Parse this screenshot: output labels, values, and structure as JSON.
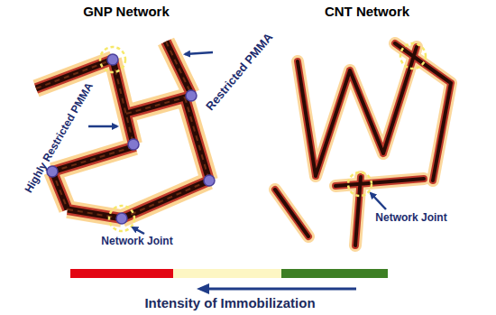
{
  "diagram": {
    "nodes": [
      {
        "text": [
          "GNP Network",
          "Restricted PMMA",
          "Highly Restricted PMMA",
          "Network Joint"
        ]
      },
      {
        "text": [
          "CNT Network",
          "Network Joint"
        ]
      }
    ],
    "labels": [
      "Intensity of Immobilization"
    ]
  }
}
